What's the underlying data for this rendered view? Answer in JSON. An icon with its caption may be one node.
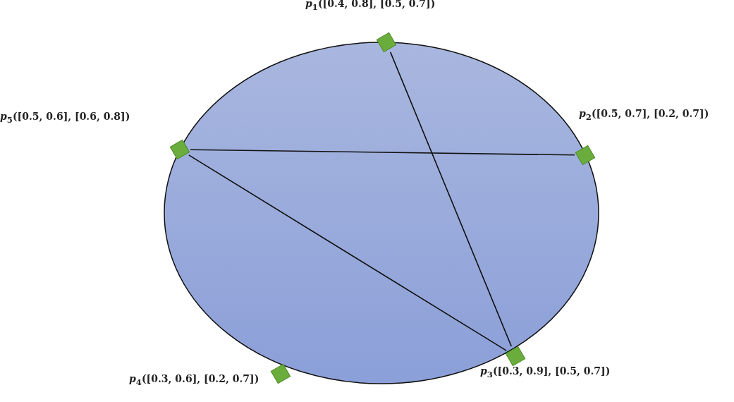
{
  "diagram": {
    "nodes": [
      {
        "text": [
          "*p*$_{1}$([0.4, 0.8], [0.5, 0.7])"
        ]
      },
      {
        "text": [
          "*p*$_{2}$([0.5, 0.7], [0.2, 0.7])"
        ]
      },
      {
        "text": [
          "*p*$_{3}$([0.3, 0.9], [0.5, 0.7])"
        ]
      },
      {
        "text": [
          "*p*$_{4}$([0.3, 0.6], [0.2, 0.7])"
        ]
      },
      {
        "text": [
          "*p*$_{5}$([0.5, 0.6], [0.6, 0.8])"
        ]
      }
    ],
    "edges": [
      {
        "from": 0,
        "to": 2,
        "arrow": "none"
      },
      {
        "from": 4,
        "to": 1,
        "arrow": "none"
      },
      {
        "from": 4,
        "to": 2,
        "arrow": "none"
      }
    ]
  }
}
